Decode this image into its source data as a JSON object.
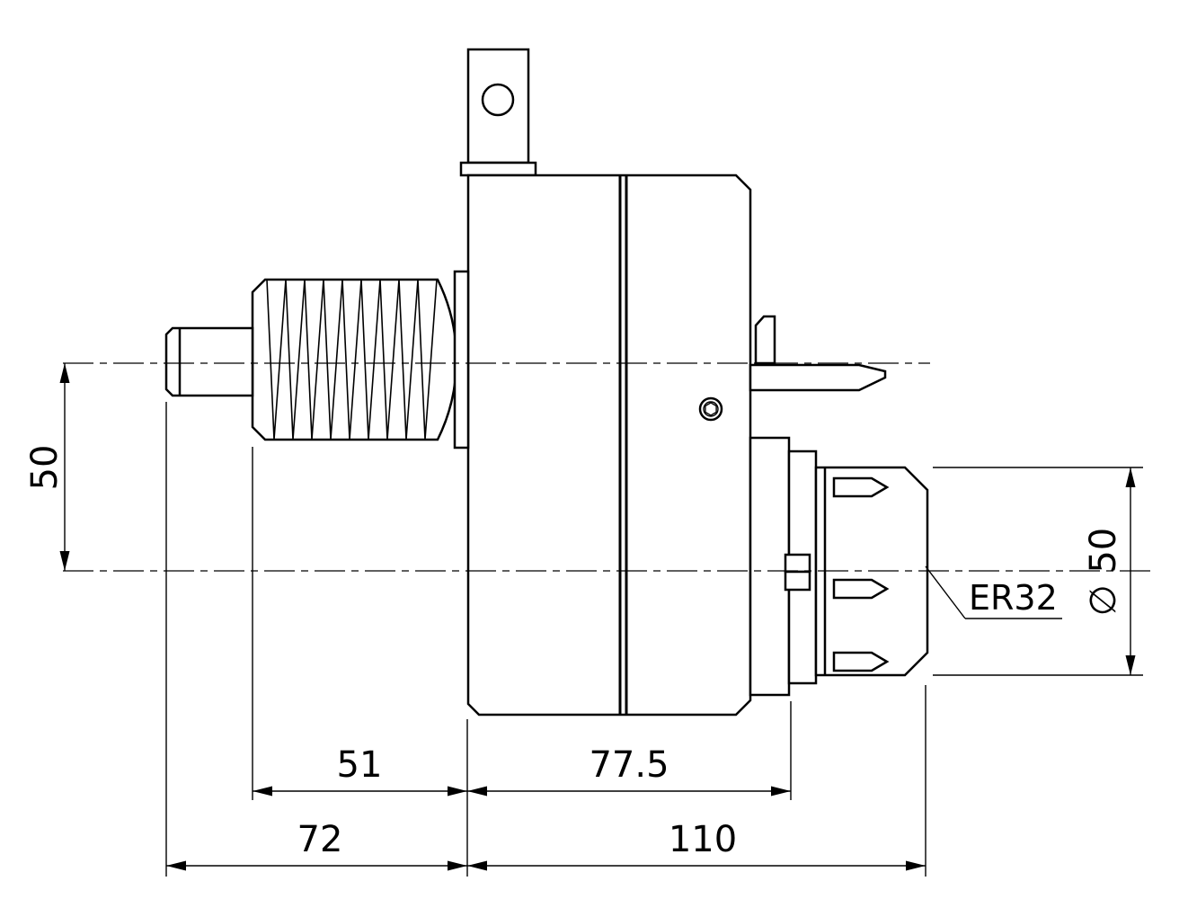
{
  "labels": {
    "dim_height": "50",
    "dim_thread_length": "51",
    "dim_body_length": "77.5",
    "dim_left_total": "72",
    "dim_right_total": "110",
    "dim_collet_diameter": "∅ 50",
    "collet_type": "ER32"
  },
  "colors": {
    "line": "#000000",
    "background": "#ffffff"
  }
}
